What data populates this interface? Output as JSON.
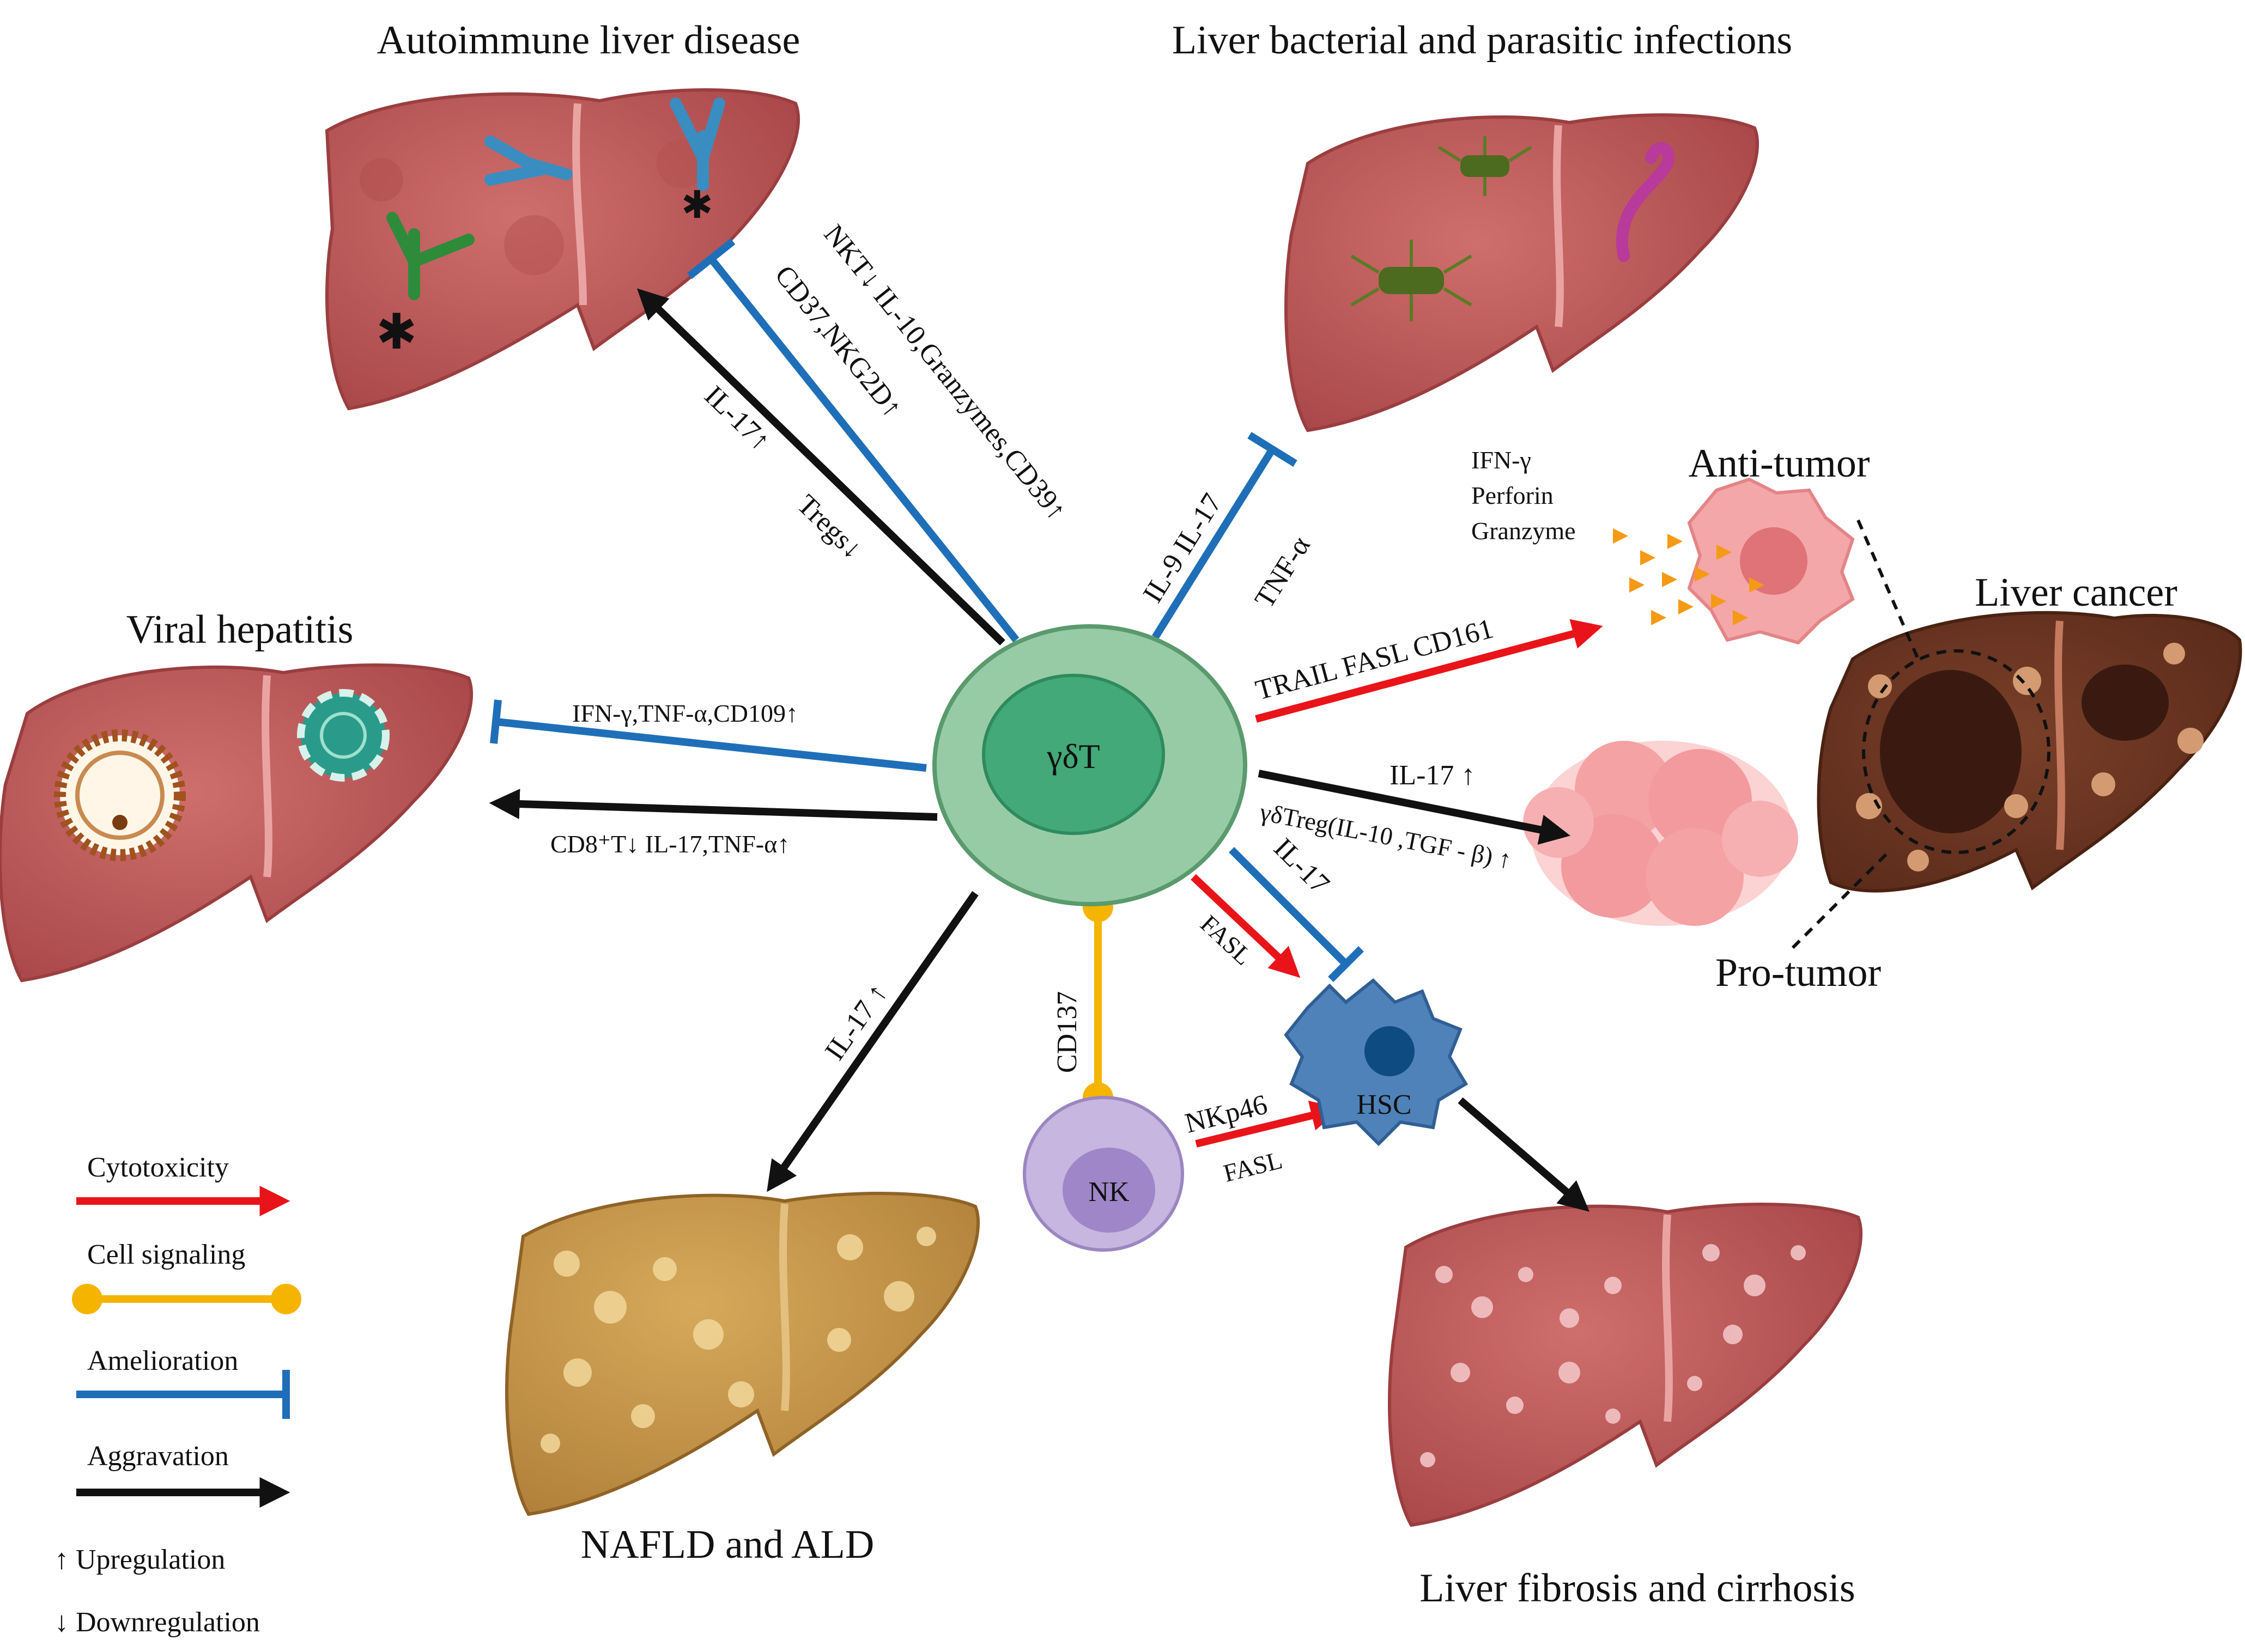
{
  "titles": {
    "autoimmune": "Autoimmune liver disease",
    "bacterial": "Liver bacterial and parasitic infections",
    "viral": "Viral hepatitis",
    "anti_tumor": "Anti-tumor",
    "liver_cancer": "Liver cancer",
    "pro_tumor": "Pro-tumor",
    "nafld": "NAFLD and ALD",
    "fibrosis": "Liver fibrosis and cirrhosis"
  },
  "cells": {
    "gdt": "γδT",
    "nk": "NK",
    "hsc": "HSC"
  },
  "labels": {
    "auto_blue_1": "NKT↓ IL-10,Granzymes,CD39↑",
    "auto_blue_2": "CD37,NKG2D↑",
    "auto_black_1": "IL-17↑",
    "auto_black_2": "Tregs↓",
    "bact_1": "IL-9 IL-17",
    "bact_2": "TNF-α",
    "tumor_factors": [
      "IFN-γ",
      "Perforin",
      "Granzyme"
    ],
    "trail": "TRAIL FASL CD161",
    "pro_il17": "IL-17 ↑",
    "treg": "γδTreg(IL-10 ,TGF - β) ↑",
    "viral_blue": "IFN-γ,TNF-α,CD109↑",
    "viral_black": "CD8⁺T↓  IL-17,TNF-α↑",
    "nafld_il17": "IL-17 ↑",
    "cd137": "CD137",
    "fasl_hsc": "FASL",
    "il17_hsc": "IL-17",
    "nkp46": "NKp46",
    "fasl_nk": "FASL"
  },
  "legend": [
    {
      "label": "Cytotoxicity",
      "type": "arrow",
      "color": "#e8141a"
    },
    {
      "label": "Cell signaling",
      "type": "dots",
      "color": "#f5b400"
    },
    {
      "label": "Amelioration",
      "type": "bar",
      "color": "#1f6fb8"
    },
    {
      "label": "Aggravation",
      "type": "arrow",
      "color": "#111111"
    }
  ],
  "legend_notes": {
    "up": "↑ Upregulation",
    "down": "↓ Downregulation"
  },
  "colors": {
    "cytotoxicity": "#e8141a",
    "cell_signaling": "#f5b400",
    "amelioration": "#1f6fb8",
    "aggravation": "#111111",
    "liver_red": "#c0595a",
    "liver_fatty": "#c99a48",
    "gdt_outer": "#97cba6",
    "gdt_inner": "#43a978"
  }
}
